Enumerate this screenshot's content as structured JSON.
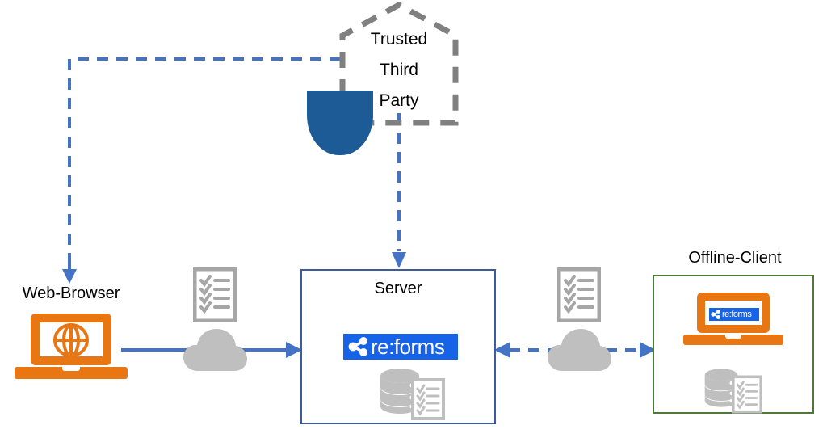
{
  "diagram": {
    "title_nodes": {
      "trusted_third_party": {
        "lines": [
          "Trusted",
          "Third",
          "Party"
        ],
        "shape": "dashed-pentagon",
        "color": "#808080"
      },
      "web_browser": {
        "label": "Web-Browser"
      },
      "server": {
        "label": "Server",
        "border_color": "#3D5A9E"
      },
      "offline_client": {
        "label": "Offline-Client",
        "border_color": "#4E7A37"
      }
    },
    "brand": {
      "wordmark": "re:forms",
      "logo_bg": "#1763E8",
      "logo_fg": "#FFFFFF",
      "icon": "share-icon"
    },
    "icons": {
      "shield": "shield-icon",
      "globe": "globe-icon",
      "laptop": "laptop-icon",
      "cloud": "cloud-icon",
      "database": "database-icon",
      "checklist": "checklist-icon"
    },
    "colors": {
      "orange": "#E87613",
      "blue_line": "#4472C4",
      "dark_blue": "#1D5B96",
      "gray": "#BFBFBF",
      "gray_dark": "#A6A6A6",
      "green": "#4E7A37",
      "server_blue": "#3D5A9E",
      "brand_blue": "#1763E8"
    },
    "connectors": [
      {
        "name": "ttp-to-web-browser",
        "style": "dashed",
        "direction": "one-way",
        "color": "#4472C4",
        "from": "trusted-third-party",
        "to": "web-browser"
      },
      {
        "name": "ttp-to-server",
        "style": "dashed",
        "direction": "one-way",
        "color": "#4472C4",
        "from": "trusted-third-party",
        "to": "server"
      },
      {
        "name": "web-browser-to-server",
        "style": "solid",
        "direction": "one-way",
        "color": "#4472C4",
        "from": "web-browser",
        "to": "server"
      },
      {
        "name": "server-to-offline-client",
        "style": "dashed",
        "direction": "two-way",
        "color": "#4472C4",
        "from": "server",
        "to": "offline-client"
      }
    ]
  }
}
